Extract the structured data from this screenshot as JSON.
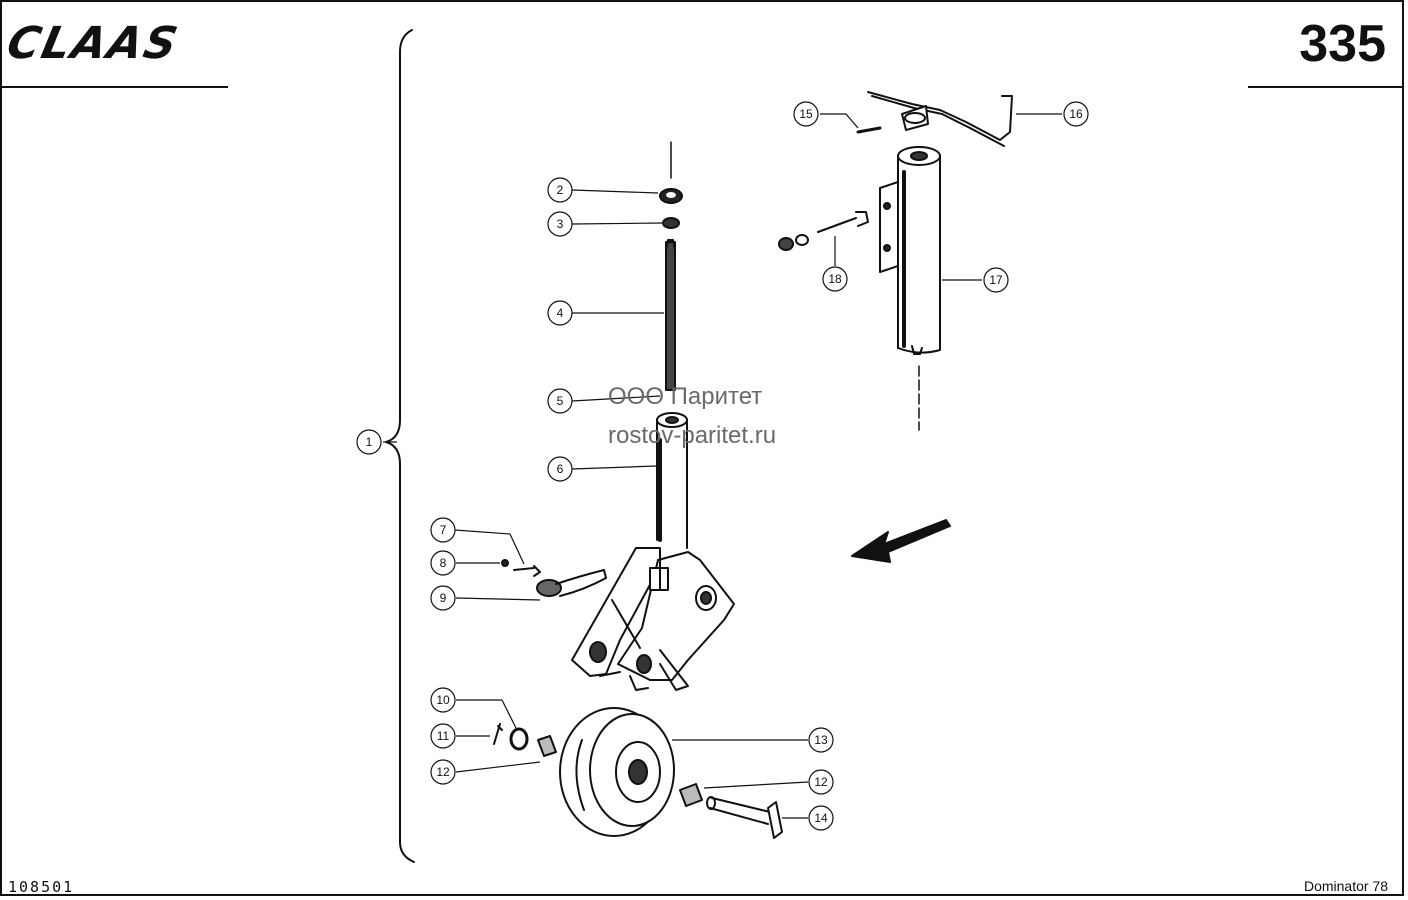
{
  "header": {
    "logo_text": "CLAAS",
    "page_number": "335"
  },
  "footer": {
    "drawing_number": "108501",
    "model": "Dominator 78"
  },
  "watermark": {
    "line1": "ООО Паритет",
    "line2": "rostov-paritet.ru"
  },
  "callouts": {
    "c1": "1",
    "c2": "2",
    "c3": "3",
    "c4": "4",
    "c5": "5",
    "c6": "6",
    "c7": "7",
    "c8": "8",
    "c9": "9",
    "c10": "10",
    "c11": "11",
    "c12a": "12",
    "c12b": "12",
    "c13": "13",
    "c14": "14",
    "c15": "15",
    "c16": "16",
    "c17": "17",
    "c18": "18"
  }
}
